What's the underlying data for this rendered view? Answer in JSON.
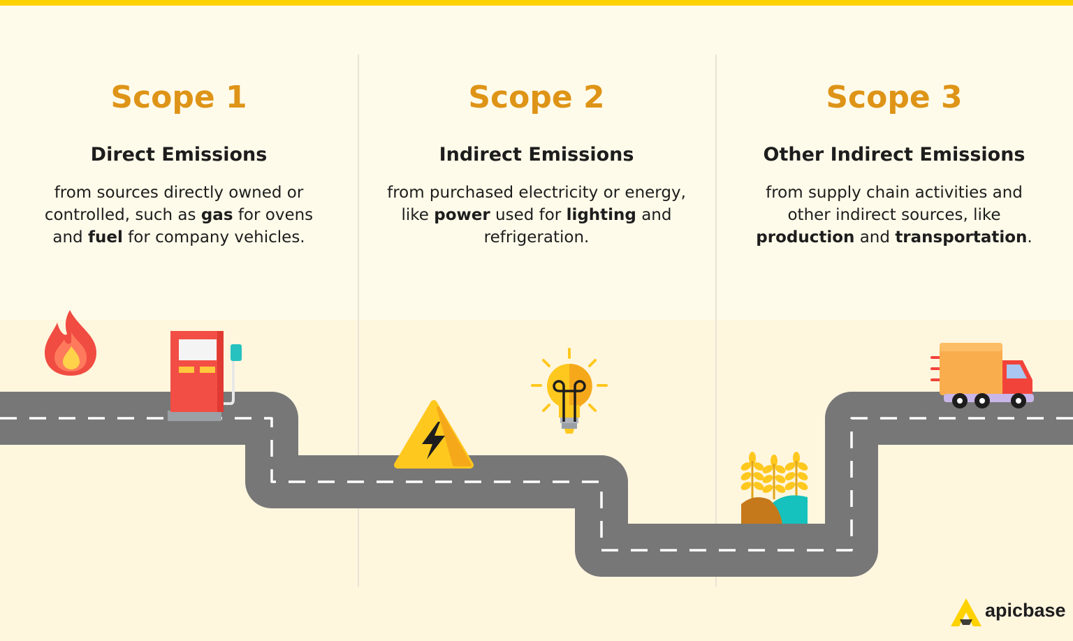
{
  "scopes": [
    {
      "title": "Scope 1",
      "subtitle": "Direct Emissions",
      "desc_parts": [
        {
          "text": "from sources directly owned or controlled, such as ",
          "bold": false
        },
        {
          "text": "gas",
          "bold": true
        },
        {
          "text": " for ovens and ",
          "bold": false
        },
        {
          "text": "fuel",
          "bold": true
        },
        {
          "text": " for company vehicles.",
          "bold": false
        }
      ]
    },
    {
      "title": "Scope 2",
      "subtitle": "Indirect Emissions",
      "desc_parts": [
        {
          "text": "from purchased electricity or energy, like ",
          "bold": false
        },
        {
          "text": "power",
          "bold": true
        },
        {
          "text": " used for ",
          "bold": false
        },
        {
          "text": "lighting",
          "bold": true
        },
        {
          "text": " and refrigeration.",
          "bold": false
        }
      ]
    },
    {
      "title": "Scope 3",
      "subtitle": "Other Indirect Emissions",
      "desc_parts": [
        {
          "text": "from supply chain activities and other indirect sources, like ",
          "bold": false
        },
        {
          "text": "production",
          "bold": true
        },
        {
          "text": " and ",
          "bold": false
        },
        {
          "text": "transportation",
          "bold": true
        },
        {
          "text": ".",
          "bold": false
        }
      ]
    }
  ],
  "icons": [
    "flame-icon",
    "fuel-pump-icon",
    "high-voltage-icon",
    "light-bulb-icon",
    "wheat-icon",
    "delivery-truck-icon"
  ],
  "brand": {
    "name": "apicbase"
  },
  "colors": {
    "accent": "#ffd200",
    "scope_title": "#de9417",
    "road": "#777777",
    "road_marking": "#ffffff",
    "background": "#fffbea"
  }
}
